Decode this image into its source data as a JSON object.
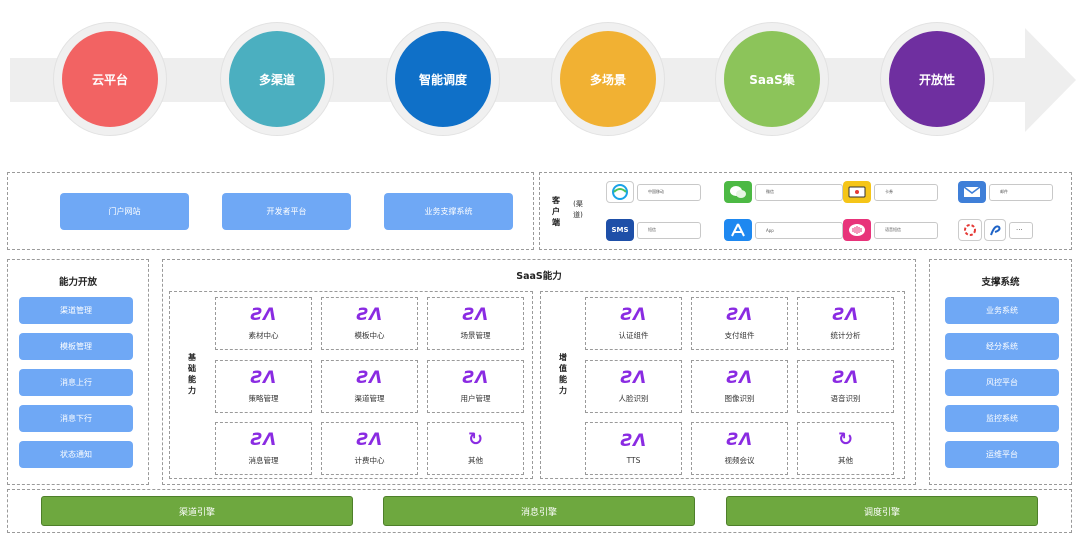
{
  "band": {
    "circles": [
      {
        "label": "云平台",
        "color": "#f26363"
      },
      {
        "label": "多渠道",
        "color": "#4bafc0"
      },
      {
        "label": "智能调度",
        "color": "#0f70c8"
      },
      {
        "label": "多场景",
        "color": "#f1b133"
      },
      {
        "label": "SaaS集",
        "color": "#8cc45a"
      },
      {
        "label": "开放性",
        "color": "#6f2fa0"
      }
    ]
  },
  "portal": {
    "buttons": [
      "门户网站",
      "开发者平台",
      "业务支撑系统"
    ]
  },
  "clients": {
    "title": "客户端",
    "subtitle": "(渠道)",
    "items": [
      {
        "icon": "china-mobile-icon",
        "label": "中国移动"
      },
      {
        "icon": "wechat-icon",
        "label": "微信"
      },
      {
        "icon": "ticket-icon",
        "label": "卡券"
      },
      {
        "icon": "email-icon",
        "label": "邮件"
      },
      {
        "icon": "sms-icon",
        "label": "短信"
      },
      {
        "icon": "app-store-icon",
        "label": "App"
      },
      {
        "icon": "voice-icon",
        "label": "语音短信"
      },
      {
        "icon": "unicom-telecom-icon",
        "label": "···"
      }
    ]
  },
  "capability_open": {
    "title": "能力开放",
    "items": [
      "渠道管理",
      "模板管理",
      "消息上行",
      "消息下行",
      "状态通知"
    ]
  },
  "saas": {
    "title": "SaaS能力",
    "basic": {
      "label": "基础能力",
      "cells": [
        "素材中心",
        "模板中心",
        "场景管理",
        "策略管理",
        "渠道管理",
        "用户管理",
        "消息管理",
        "计费中心",
        "其他"
      ]
    },
    "value_added": {
      "label": "增值能力",
      "cells": [
        "认证组件",
        "支付组件",
        "统计分析",
        "人脸识别",
        "图像识别",
        "语音识别",
        "TTS",
        "视频会议",
        "其他"
      ]
    }
  },
  "support": {
    "title": "支撑系统",
    "items": [
      "业务系统",
      "经分系统",
      "风控平台",
      "监控系统",
      "运维平台"
    ]
  },
  "engines": [
    "渠道引擎",
    "消息引擎",
    "调度引擎"
  ]
}
